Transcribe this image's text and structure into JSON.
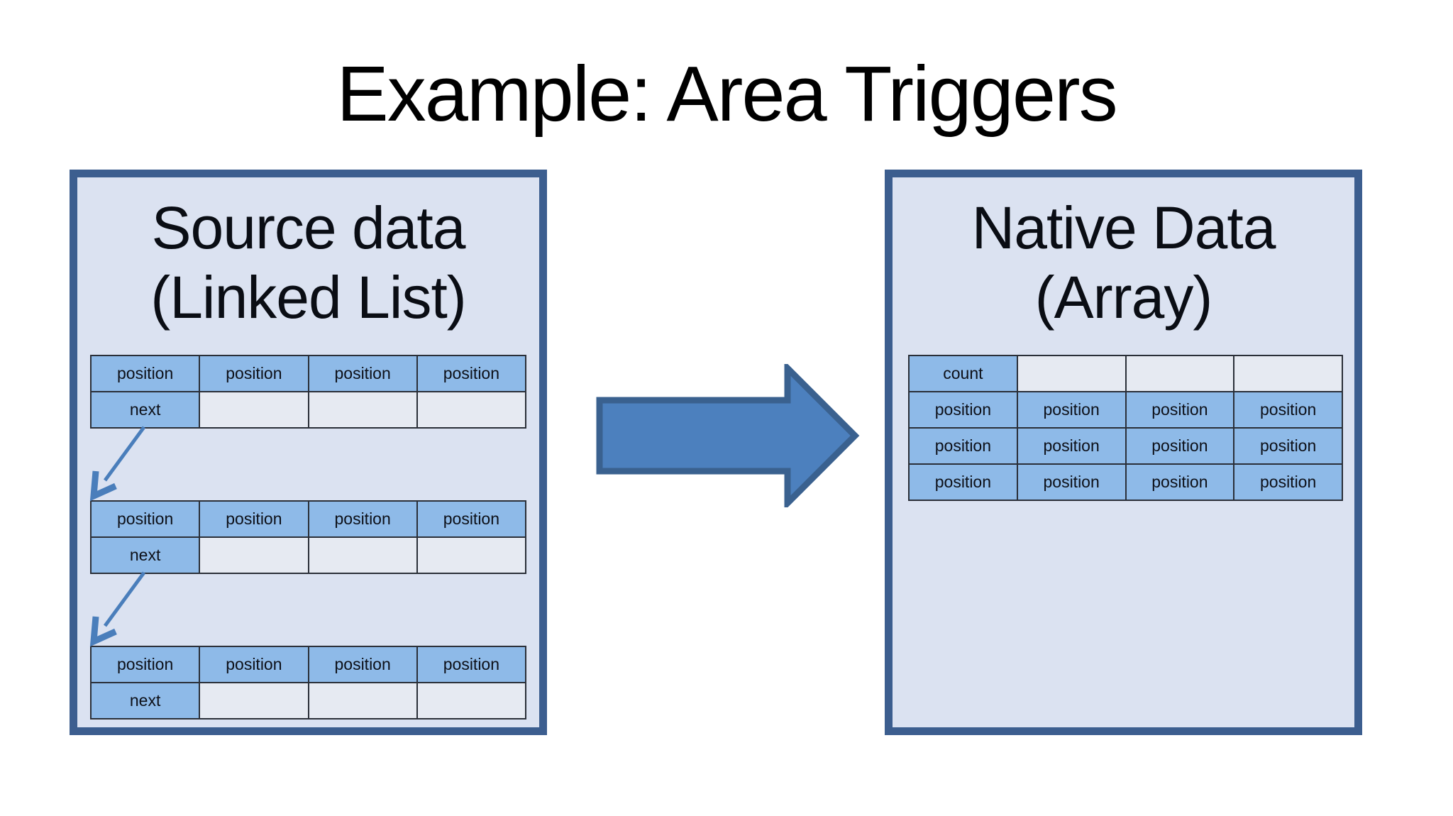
{
  "title": "Example: Area Triggers",
  "colors": {
    "panel_fill": "#dbe2f1",
    "panel_border": "#3c5e8f",
    "cell_blue": "#8ebae8",
    "cell_light": "#e6eaf2",
    "cell_border": "#2a2f38",
    "big_arrow_fill": "#4c80be",
    "big_arrow_border": "#3a618f",
    "link_arrow": "#4a7ebb",
    "text": "#0a0d14"
  },
  "left_panel": {
    "title_lines": [
      "Source data",
      "(Linked List)"
    ],
    "node_tables": [
      {
        "rows": [
          [
            "position",
            "position",
            "position",
            "position"
          ],
          [
            "next",
            "",
            "",
            ""
          ]
        ]
      },
      {
        "rows": [
          [
            "position",
            "position",
            "position",
            "position"
          ],
          [
            "next",
            "",
            "",
            ""
          ]
        ]
      },
      {
        "rows": [
          [
            "position",
            "position",
            "position",
            "position"
          ],
          [
            "next",
            "",
            "",
            ""
          ]
        ]
      }
    ]
  },
  "big_arrow": {
    "direction": "right"
  },
  "right_panel": {
    "title_lines": [
      "Native Data",
      "(Array)"
    ],
    "array_table": {
      "rows": [
        [
          "count",
          "",
          "",
          ""
        ],
        [
          "position",
          "position",
          "position",
          "position"
        ],
        [
          "position",
          "position",
          "position",
          "position"
        ],
        [
          "position",
          "position",
          "position",
          "position"
        ]
      ]
    }
  }
}
